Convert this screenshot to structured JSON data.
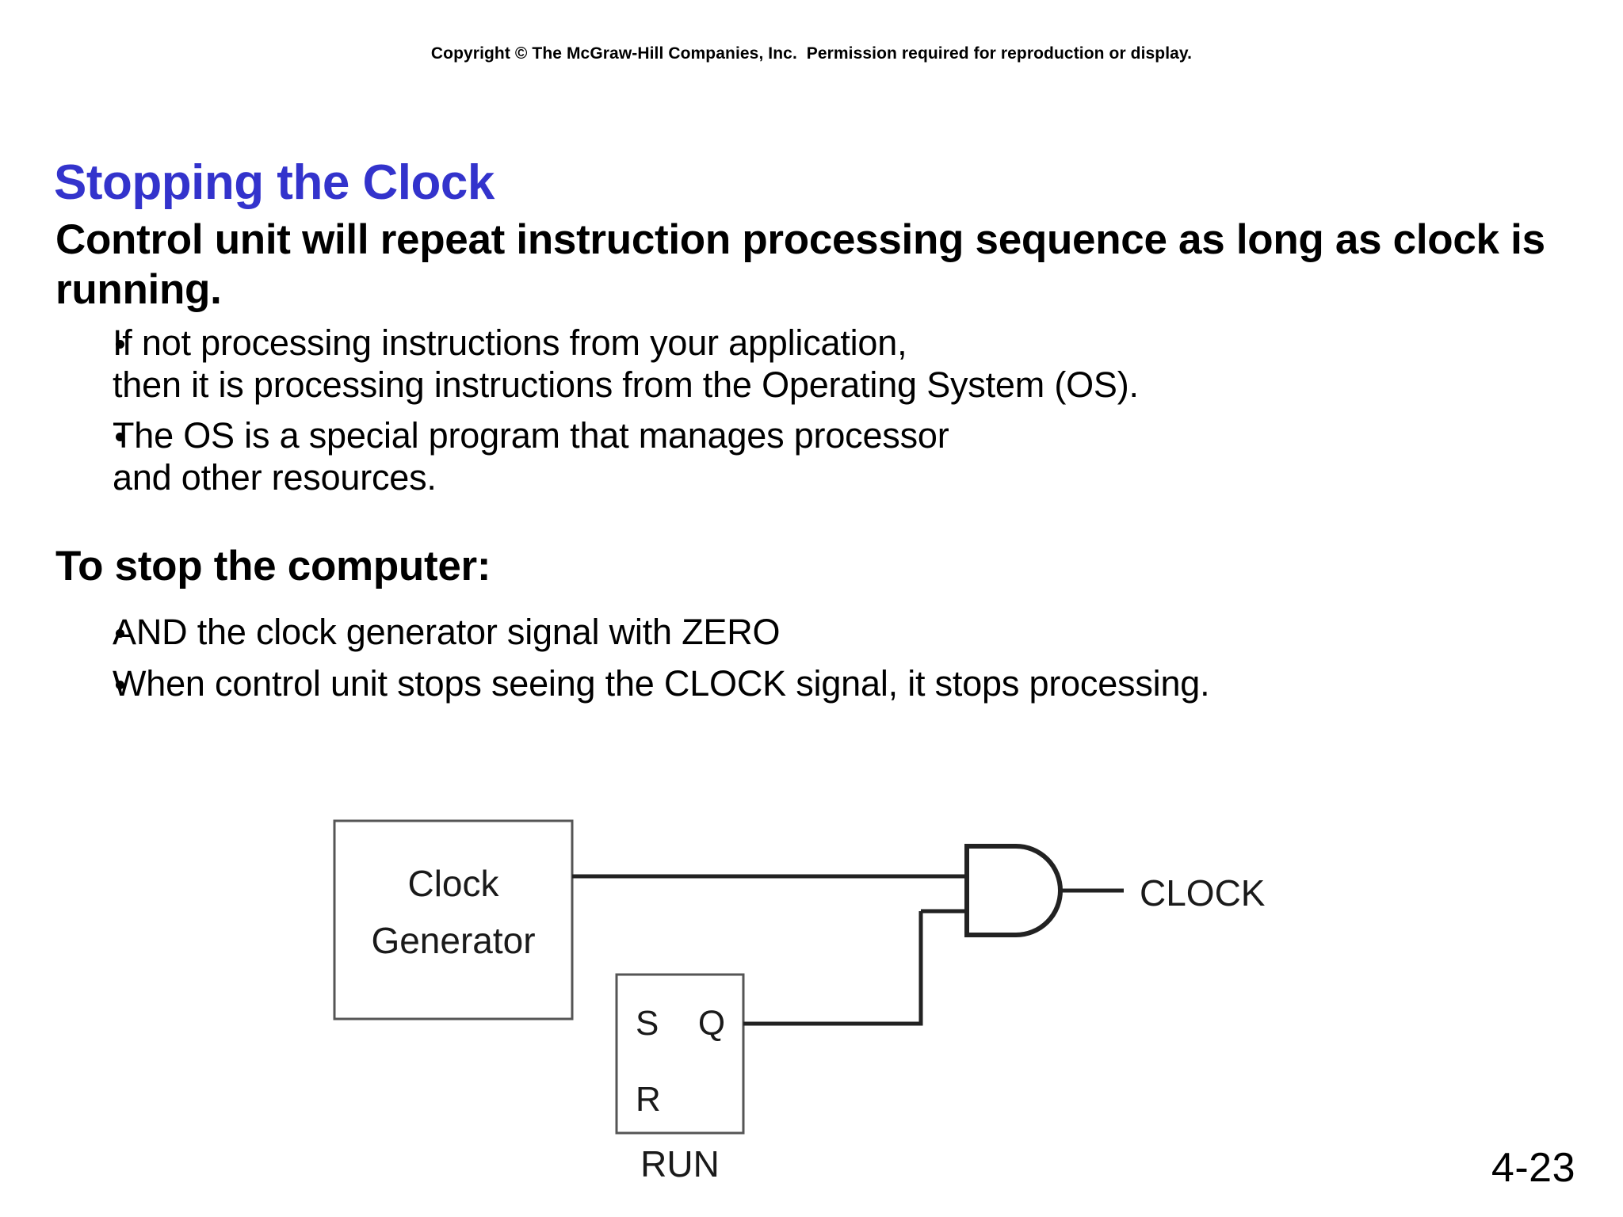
{
  "header": {
    "copyright": "Copyright © The McGraw-Hill Companies, Inc.  Permission required for reproduction or display."
  },
  "title": "Stopping the Clock",
  "colors": {
    "title_blue": "#3333cc",
    "body_black": "#000000",
    "background": "#ffffff",
    "diagram_line": "#222222"
  },
  "content": {
    "lead_1": "Control unit will repeat instruction processing sequence as long as clock is running.",
    "bullets_1": [
      {
        "line_1": "If not processing instructions from your application,",
        "line_2": "then it is processing instructions from the Operating System (OS)."
      },
      {
        "line_1": "The OS is a special program that manages processor",
        "line_2": "and other resources."
      }
    ],
    "lead_2": "To stop the computer:",
    "bullets_2": [
      {
        "line_1": "AND the clock generator signal with ZERO",
        "line_2": ""
      },
      {
        "line_1": "When control unit stops seeing the CLOCK signal, it stops processing.",
        "line_2": ""
      }
    ]
  },
  "diagram": {
    "clock_generator_line_1": "Clock",
    "clock_generator_line_2": "Generator",
    "and_gate_output_label": "CLOCK",
    "latch_s": "S",
    "latch_r": "R",
    "latch_q": "Q",
    "latch_caption": "RUN"
  },
  "page_number": "4-23"
}
